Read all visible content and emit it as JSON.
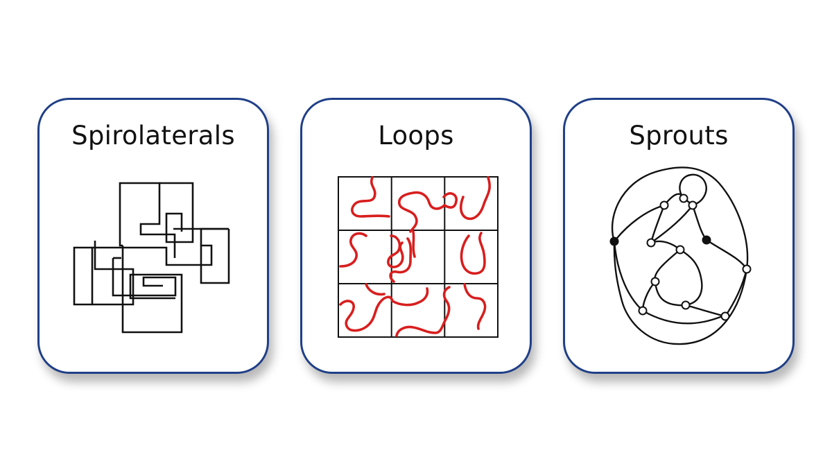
{
  "cards": [
    {
      "title": "Spirolaterals",
      "image": "spirolateral-figure"
    },
    {
      "title": "Loops",
      "image": "loops-grid-figure"
    },
    {
      "title": "Sprouts",
      "image": "sprouts-graph-figure"
    }
  ],
  "colors": {
    "card_border": "#1f3f87",
    "loop_red": "#d81e1e",
    "line_black": "#111111"
  }
}
